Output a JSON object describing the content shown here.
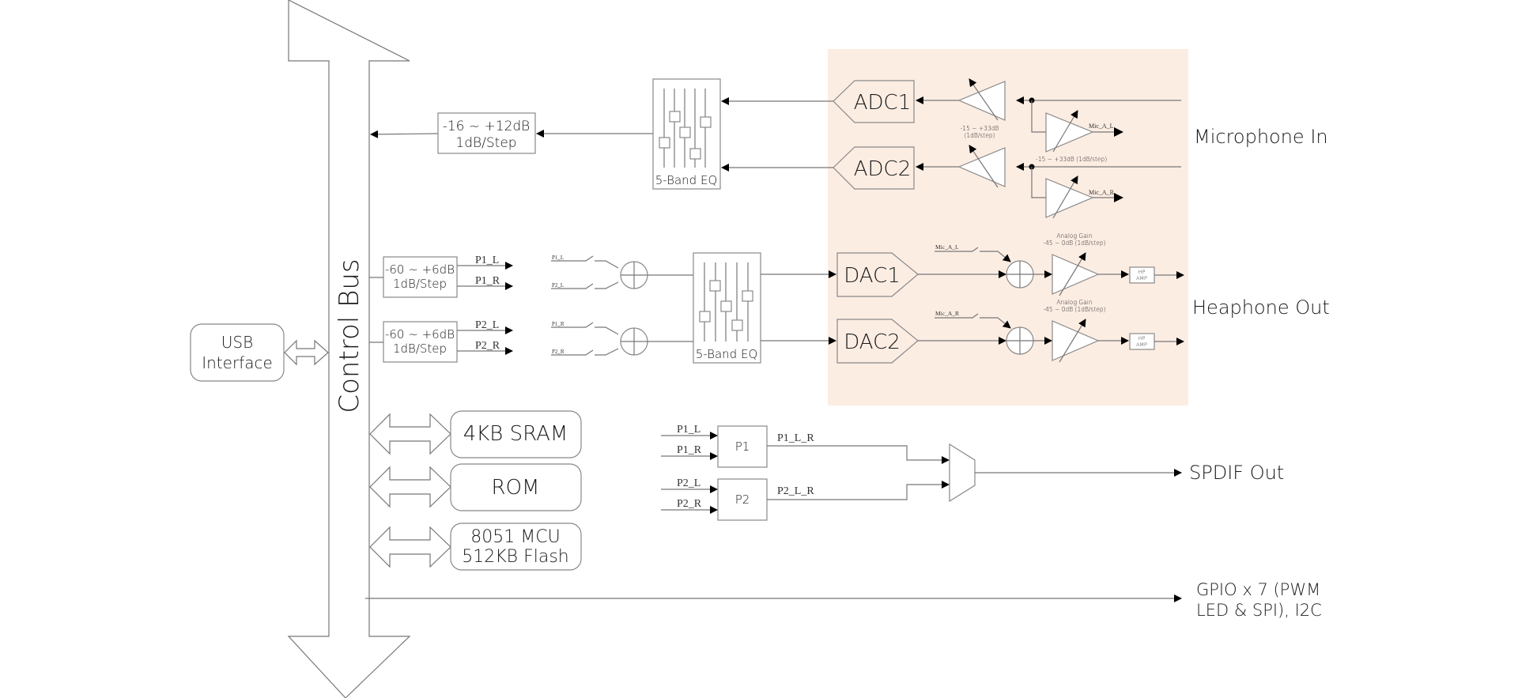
{
  "control_bus": {
    "label": "Control Bus"
  },
  "usb": {
    "line1": "USB",
    "line2": "Interface"
  },
  "memory": {
    "sram": "4KB SRAM",
    "rom": "ROM",
    "mcu_line1": "8051 MCU",
    "mcu_line2": "512KB Flash"
  },
  "rec_volume": {
    "line1": "-16 ~ +12dB",
    "line2": "1dB/Step"
  },
  "eq": {
    "label": "5-Band EQ"
  },
  "adc": [
    "ADC1",
    "ADC2"
  ],
  "dac": [
    "DAC1",
    "DAC2"
  ],
  "mic_gain": {
    "label_top": "-15 ~ +33dB",
    "label_top2": "(1dB/step)",
    "label_side": "-15 ~ +33dB (1dB/step)"
  },
  "mic_signals": [
    "Mic_A_L",
    "Mic_A_R"
  ],
  "play_volume": [
    {
      "line1": "-60 ~ +6dB",
      "line2": "1dB/Step",
      "out1": "P1_L",
      "out2": "P1_R"
    },
    {
      "line1": "-60 ~ +6dB",
      "line2": "1dB/Step",
      "out1": "P2_L",
      "out2": "P2_R"
    }
  ],
  "mixer_inputs": [
    "P1_L",
    "P2_L",
    "P1_R",
    "P2_R"
  ],
  "analog_gain": {
    "line1": "Analog Gain",
    "line2": "-45 ~ 0dB (1dB/step)"
  },
  "hp_amp": {
    "line1": "HP",
    "line2": "AMP"
  },
  "spdif": {
    "p1_inputs": [
      "P1_L",
      "P1_R"
    ],
    "p2_inputs": [
      "P2_L",
      "P2_R"
    ],
    "p1": "P1",
    "p2": "P2",
    "p1_out": "P1_L_R",
    "p2_out": "P2_L_R"
  },
  "outputs": {
    "mic_in": "Microphone In",
    "headphone_out": "Heaphone Out",
    "spdif_out": "SPDIF Out",
    "gpio_line1": "GPIO x 7 (PWM",
    "gpio_line2": "LED & SPI), I2C"
  },
  "colors": {
    "analog_region": "#fcede3"
  }
}
